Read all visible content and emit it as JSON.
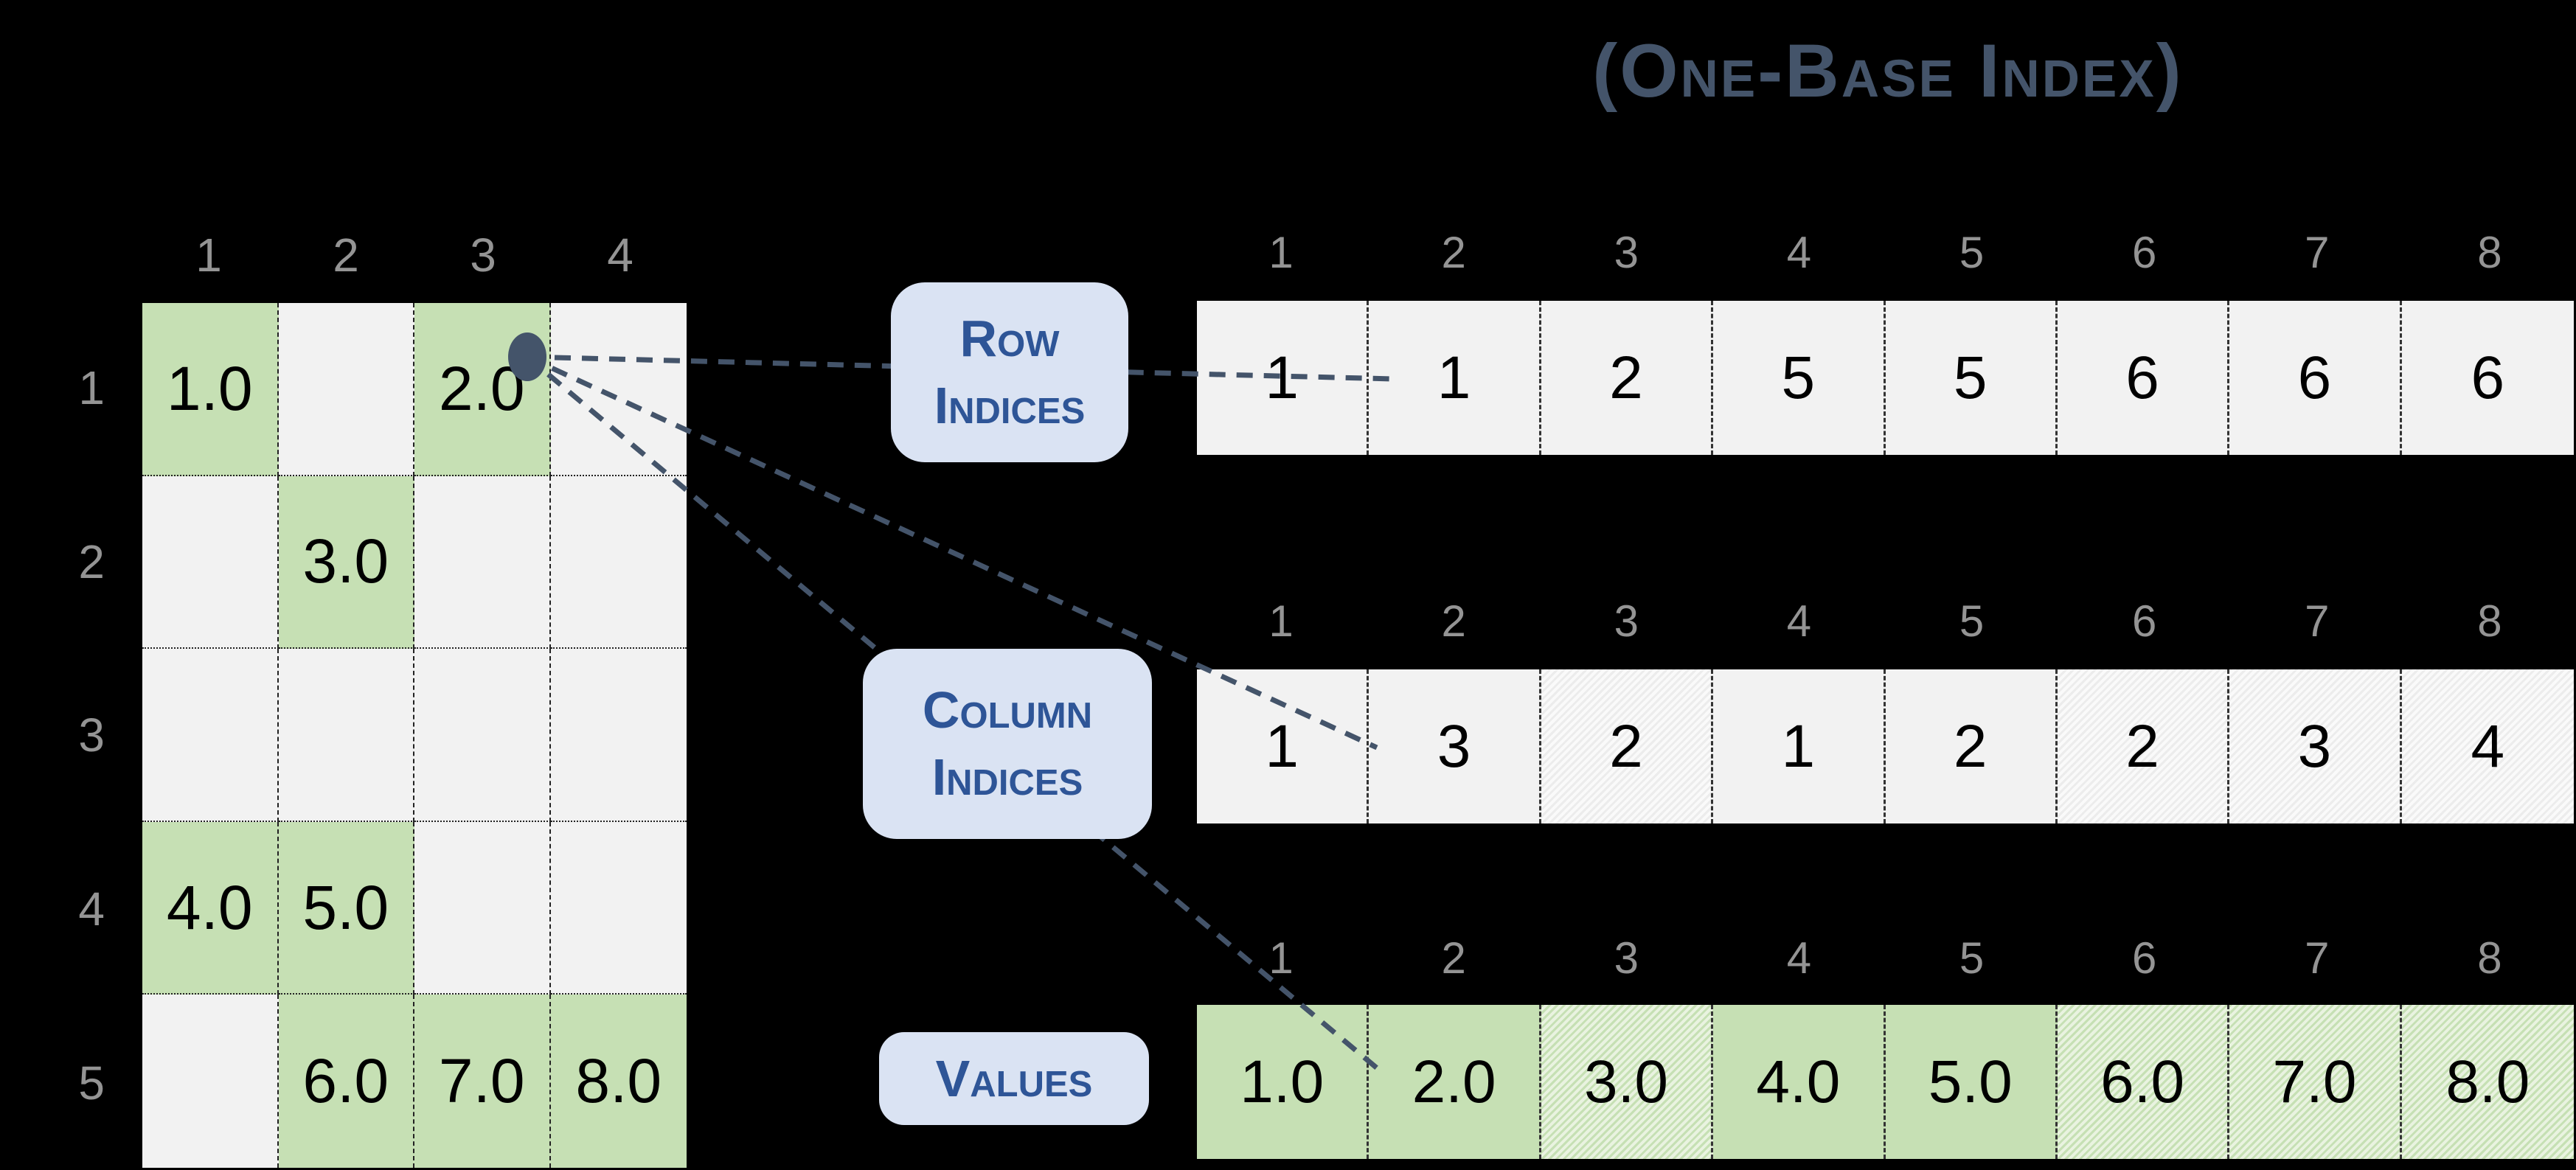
{
  "title": "(One-Base Index)",
  "colors": {
    "background": "#000000",
    "green": "#c6e0b4",
    "gray_cell": "#f2f2f2",
    "label_box": "#dae3f3",
    "label_text": "#2e5597",
    "title_text": "#44546a",
    "line": "#44546a",
    "header_text": "#949494",
    "value_text": "#000000"
  },
  "matrix": {
    "col_headers": [
      "1",
      "2",
      "3",
      "4"
    ],
    "row_headers": [
      "1",
      "2",
      "3",
      "4",
      "5"
    ],
    "rows": [
      [
        "1.0",
        "",
        "2.0",
        ""
      ],
      [
        "",
        "3.0",
        "",
        ""
      ],
      [
        "",
        "",
        "",
        ""
      ],
      [
        "4.0",
        "5.0",
        "",
        ""
      ],
      [
        "",
        "6.0",
        "7.0",
        "8.0"
      ]
    ]
  },
  "arrays": [
    {
      "id": "row-indices",
      "label_lines": [
        "Row",
        "Indices"
      ],
      "headers": [
        "1",
        "2",
        "3",
        "4",
        "5",
        "6",
        "7",
        "8"
      ],
      "values": [
        "1",
        "1",
        "2",
        "5",
        "5",
        "6",
        "6",
        "6"
      ],
      "cell_style": "gray",
      "hatched": []
    },
    {
      "id": "column-indices",
      "label_lines": [
        "Column",
        "Indices"
      ],
      "headers": [
        "1",
        "2",
        "3",
        "4",
        "5",
        "6",
        "7",
        "8"
      ],
      "values": [
        "1",
        "3",
        "2",
        "1",
        "2",
        "2",
        "3",
        "4"
      ],
      "cell_style": "gray",
      "hatched": [
        3,
        6,
        7,
        8
      ]
    },
    {
      "id": "values",
      "label_lines": [
        "Values"
      ],
      "headers": [
        "1",
        "2",
        "3",
        "4",
        "5",
        "6",
        "7",
        "8"
      ],
      "values": [
        "1.0",
        "2.0",
        "3.0",
        "4.0",
        "5.0",
        "6.0",
        "7.0",
        "8.0"
      ],
      "cell_style": "green",
      "hatched": [
        3,
        6,
        7,
        8
      ]
    }
  ]
}
